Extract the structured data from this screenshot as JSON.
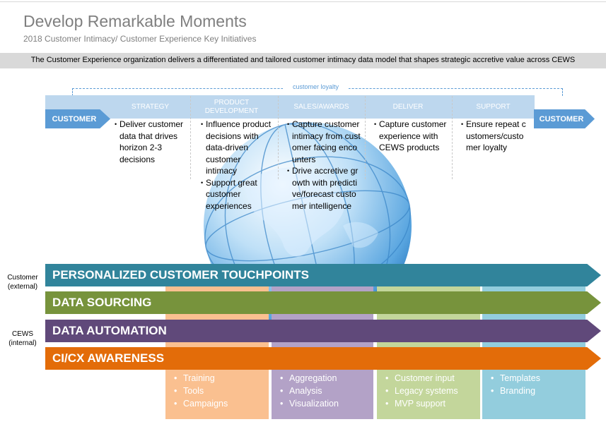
{
  "title": "Develop Remarkable Moments",
  "subtitle": "2018 Customer Intimacy/ Customer Experience Key Initiatives",
  "banner": "The Customer Experience organization delivers a differentiated and tailored customer intimacy data model that shapes strategic accretive value across CEWS",
  "loop_label": "customer loyalty",
  "customer_left": "CUSTOMER",
  "customer_right": "CUSTOMER",
  "phases": [
    {
      "label": "STRATEGY",
      "bullets": [
        "Deliver customer data that drives horizon 2-3 decisions"
      ]
    },
    {
      "label": "PRODUCT DEVELOPMENT",
      "bullets": [
        "Influence product decisions with data-driven customer intimacy",
        "Support great customer experiences"
      ]
    },
    {
      "label": "SALES/AWARDS",
      "bullets": [
        "Capture customer intimacy from customer facing encounters",
        "Drive accretive growth with predictive/forecast customer intelligence"
      ]
    },
    {
      "label": "DELIVER",
      "bullets": [
        "Capture customer experience with CEWS products"
      ]
    },
    {
      "label": "SUPPORT",
      "bullets": [
        "Ensure repeat customers/customer loyalty"
      ]
    }
  ],
  "side_labels": {
    "external": "Customer (external)",
    "internal": "CEWS (internal)"
  },
  "bars": [
    {
      "label": "PERSONALIZED CUSTOMER TOUCHPOINTS",
      "color": "#31849b"
    },
    {
      "label": "DATA SOURCING",
      "color": "#77933c"
    },
    {
      "label": "DATA AUTOMATION",
      "color": "#60497a"
    },
    {
      "label": "CI/CX AWARENESS",
      "color": "#e36c09"
    }
  ],
  "columns": [
    {
      "color": "#fac090",
      "items": [
        "Training",
        "Tools",
        "Campaigns"
      ]
    },
    {
      "color": "#b3a2c7",
      "items": [
        "Aggregation",
        "Analysis",
        "Visualization"
      ]
    },
    {
      "color": "#c3d69b",
      "items": [
        "Customer input",
        "Legacy systems",
        "MVP support"
      ]
    },
    {
      "color": "#93cddd",
      "items": [
        "Templates",
        "Branding"
      ]
    }
  ]
}
